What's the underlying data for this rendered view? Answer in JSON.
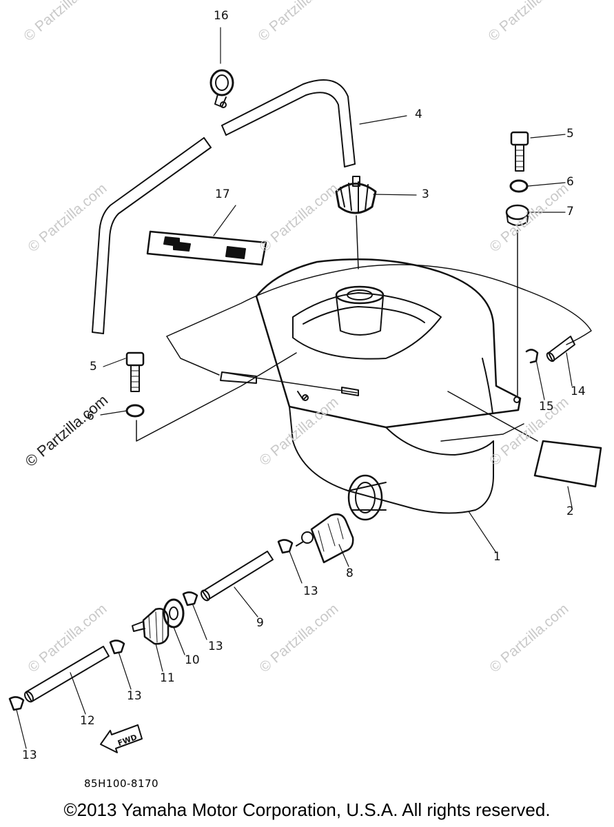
{
  "watermark": {
    "text": "© Partzilla.com",
    "side_text": "© Partzilla.com"
  },
  "callouts": {
    "c1": "1",
    "c2": "2",
    "c3": "3",
    "c4": "4",
    "c5a": "5",
    "c5b": "5",
    "c6a": "6",
    "c6b": "6",
    "c7": "7",
    "c8": "8",
    "c9": "9",
    "c10": "10",
    "c11": "11",
    "c12": "12",
    "c13a": "13",
    "c13b": "13",
    "c13c": "13",
    "c13d": "13",
    "c14": "14",
    "c15": "15",
    "c16": "16",
    "c17": "17"
  },
  "fwd_arrow_label": "FWD",
  "diagram_code": "85H100-8170",
  "copyright": "©2013 Yamaha Motor Corporation, U.S.A. All rights reserved."
}
